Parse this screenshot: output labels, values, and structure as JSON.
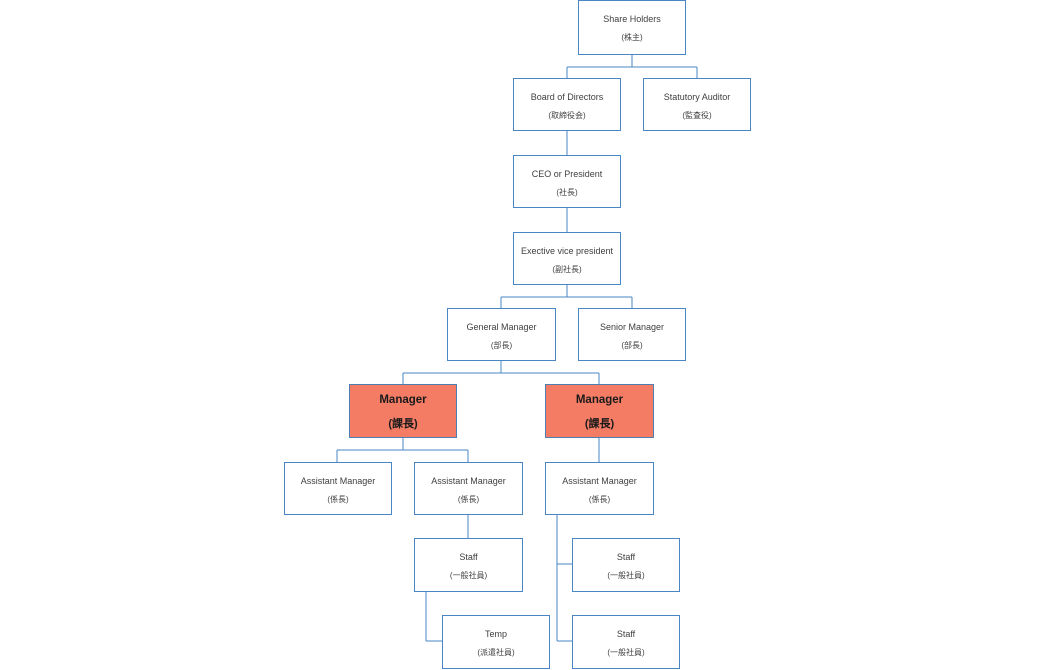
{
  "nodes": {
    "share_holders": {
      "title": "Share Holders",
      "sub": "(株主)"
    },
    "board_of_directors": {
      "title": "Board of Directors",
      "sub": "(取締役会)"
    },
    "statutory_auditor": {
      "title": "Statutory Auditor",
      "sub": "(監査役)"
    },
    "ceo": {
      "title": "CEO or President",
      "sub": "(社長)"
    },
    "evp": {
      "title": "Exective vice president",
      "sub": "(副社長)"
    },
    "general_manager": {
      "title": "General Manager",
      "sub": "(部長)"
    },
    "senior_manager": {
      "title": "Senior Manager",
      "sub": "(部長)"
    },
    "manager_left": {
      "title": "Manager",
      "sub": "(課長)"
    },
    "manager_right": {
      "title": "Manager",
      "sub": "(課長)"
    },
    "asst_mgr_1": {
      "title": "Assistant Manager",
      "sub": "(係長)"
    },
    "asst_mgr_2": {
      "title": "Assistant Manager",
      "sub": "(係長)"
    },
    "asst_mgr_3": {
      "title": "Assistant Manager",
      "sub": "(係長)"
    },
    "staff_1": {
      "title": "Staff",
      "sub": "(一般社員)"
    },
    "staff_2": {
      "title": "Staff",
      "sub": "(一般社員)"
    },
    "staff_3": {
      "title": "Staff",
      "sub": "(一般社員)"
    },
    "temp": {
      "title": "Temp",
      "sub": "(派遣社員)"
    }
  },
  "colors": {
    "box_border": "#4a86c5",
    "highlight_fill": "#f47c65"
  }
}
